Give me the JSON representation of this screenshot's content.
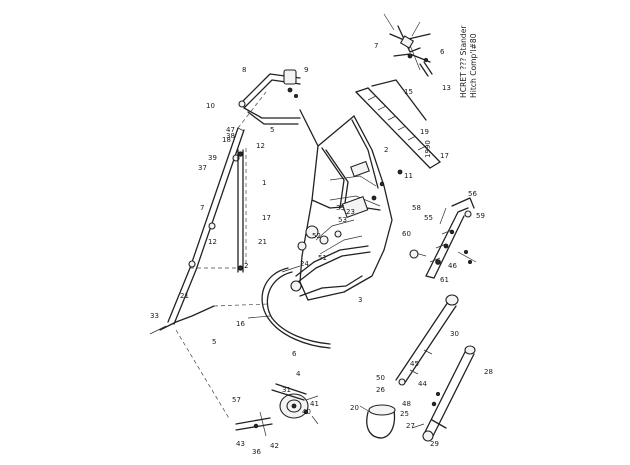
{
  "diagram": {
    "caption_line1": "HCRET ??? Stander",
    "caption_line2": "Hitch Comp'l#80",
    "page_mark": "1990"
  },
  "callouts": [
    {
      "id": "c1",
      "text": "1"
    },
    {
      "id": "c2",
      "text": "2"
    },
    {
      "id": "c2b",
      "text": "2"
    },
    {
      "id": "c3",
      "text": "3"
    },
    {
      "id": "c4",
      "text": "4"
    },
    {
      "id": "c5",
      "text": "5"
    },
    {
      "id": "c5b",
      "text": "5"
    },
    {
      "id": "c6",
      "text": "6"
    },
    {
      "id": "c6b",
      "text": "6"
    },
    {
      "id": "c7",
      "text": "7"
    },
    {
      "id": "c7b",
      "text": "7"
    },
    {
      "id": "c8",
      "text": "8"
    },
    {
      "id": "c9",
      "text": "9"
    },
    {
      "id": "c10",
      "text": "10"
    },
    {
      "id": "c11",
      "text": "11"
    },
    {
      "id": "c12",
      "text": "12"
    },
    {
      "id": "c12b",
      "text": "12"
    },
    {
      "id": "c13",
      "text": "13"
    },
    {
      "id": "c15",
      "text": "15"
    },
    {
      "id": "c16",
      "text": "16"
    },
    {
      "id": "c17",
      "text": "17"
    },
    {
      "id": "c17b",
      "text": "17"
    },
    {
      "id": "c18",
      "text": "18"
    },
    {
      "id": "c19",
      "text": "19"
    },
    {
      "id": "c20",
      "text": "20"
    },
    {
      "id": "c21",
      "text": "21"
    },
    {
      "id": "c21b",
      "text": "21"
    },
    {
      "id": "c23",
      "text": "23"
    },
    {
      "id": "c24",
      "text": "24"
    },
    {
      "id": "c25",
      "text": "25"
    },
    {
      "id": "c26",
      "text": "26"
    },
    {
      "id": "c27",
      "text": "27"
    },
    {
      "id": "c28",
      "text": "28"
    },
    {
      "id": "c29",
      "text": "29"
    },
    {
      "id": "c30",
      "text": "30"
    },
    {
      "id": "c31",
      "text": "31"
    },
    {
      "id": "c33",
      "text": "33"
    },
    {
      "id": "c35",
      "text": "35"
    },
    {
      "id": "c36",
      "text": "36"
    },
    {
      "id": "c37",
      "text": "37"
    },
    {
      "id": "c38",
      "text": "38"
    },
    {
      "id": "c39",
      "text": "39"
    },
    {
      "id": "c40",
      "text": "40"
    },
    {
      "id": "c41",
      "text": "41"
    },
    {
      "id": "c42",
      "text": "42"
    },
    {
      "id": "c43",
      "text": "43"
    },
    {
      "id": "c44",
      "text": "44"
    },
    {
      "id": "c45",
      "text": "45"
    },
    {
      "id": "c46",
      "text": "46"
    },
    {
      "id": "c47",
      "text": "47"
    },
    {
      "id": "c48",
      "text": "48"
    },
    {
      "id": "c50",
      "text": "50"
    },
    {
      "id": "c51",
      "text": "51"
    },
    {
      "id": "c52",
      "text": "52"
    },
    {
      "id": "c53",
      "text": "53"
    },
    {
      "id": "c55",
      "text": "55"
    },
    {
      "id": "c56",
      "text": "56"
    },
    {
      "id": "c57",
      "text": "57"
    },
    {
      "id": "c58",
      "text": "58"
    },
    {
      "id": "c59",
      "text": "59"
    },
    {
      "id": "c60",
      "text": "60"
    },
    {
      "id": "c61",
      "text": "61"
    }
  ]
}
